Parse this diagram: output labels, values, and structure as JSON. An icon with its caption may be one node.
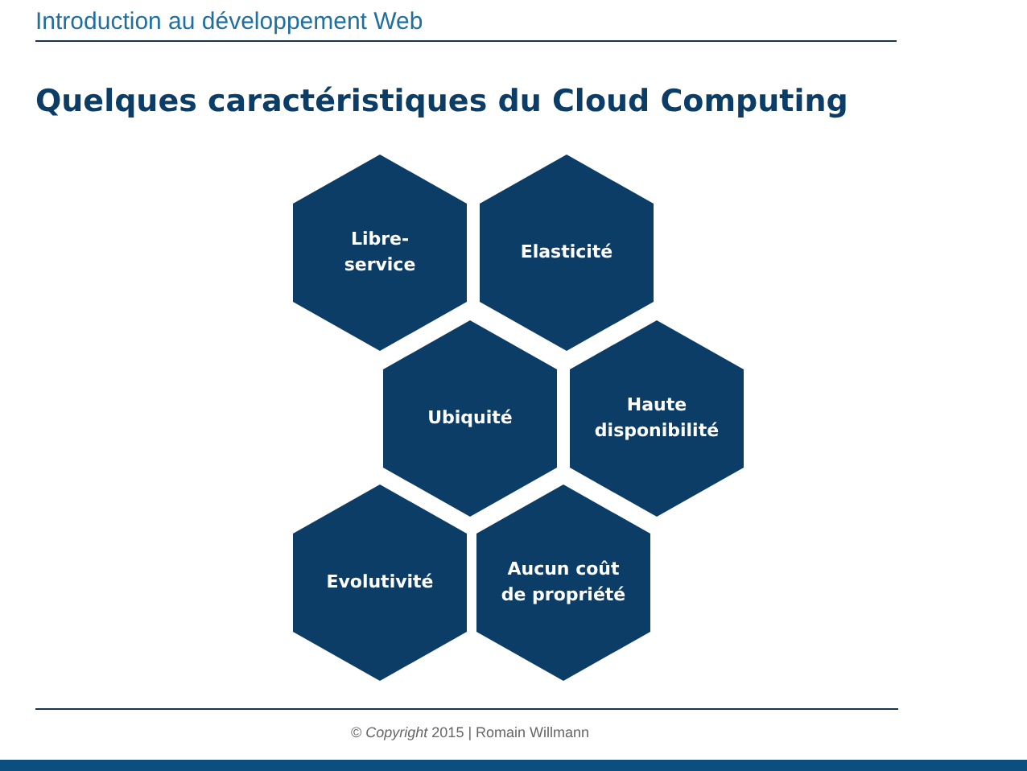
{
  "diagram": {
    "title": "Quelques caractéristiques du Cloud Computing",
    "nodes": [
      {
        "text": [
          "Libre-service"
        ]
      },
      {
        "text": [
          "Elasticité"
        ]
      },
      {
        "text": [
          "Ubiquité"
        ]
      },
      {
        "text": [
          "Haute disponibilité"
        ]
      },
      {
        "text": [
          "Evolutivité"
        ]
      },
      {
        "text": [
          "Aucun coût de propriété"
        ]
      }
    ],
    "labels": [
      "Introduction au développement Web",
      "© *Copyright* 2015 | Romain Willmann"
    ]
  }
}
